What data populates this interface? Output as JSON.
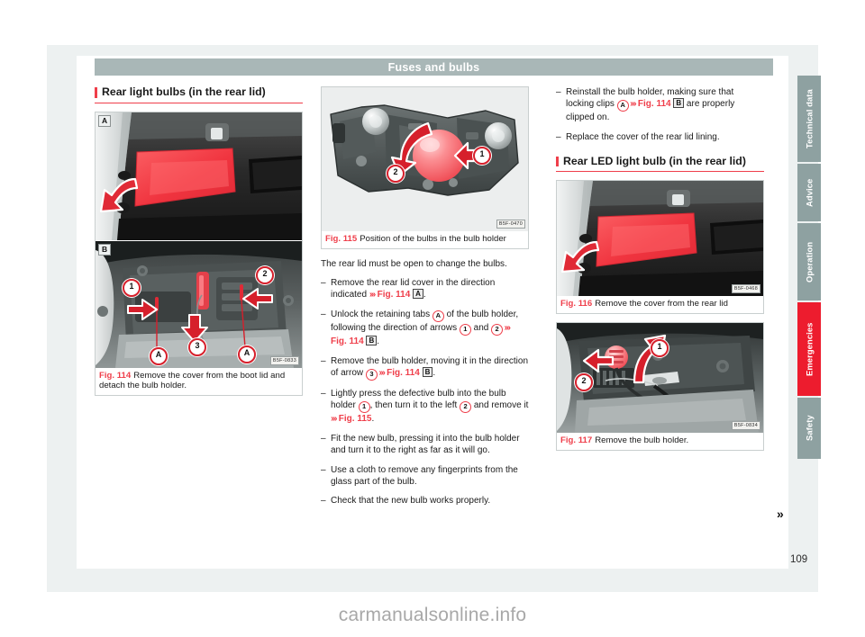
{
  "header": {
    "title": "Fuses and bulbs"
  },
  "page": {
    "number": "109",
    "continuation": "»"
  },
  "watermark": "carmanualsonline.info",
  "sidebar": {
    "tabs": [
      {
        "label": "Technical data",
        "active": false,
        "color": "#8ea1a1"
      },
      {
        "label": "Advice",
        "active": false,
        "color": "#8ea1a1"
      },
      {
        "label": "Operation",
        "active": false,
        "color": "#8ea1a1"
      },
      {
        "label": "Emergencies",
        "active": true,
        "color": "#ed1c2e"
      },
      {
        "label": "Safety",
        "active": false,
        "color": "#8ea1a1"
      }
    ]
  },
  "left_column": {
    "heading": "Rear light bulbs (in the rear lid)",
    "figure_114": {
      "panel_a_letter": "A",
      "panel_b_letter": "B",
      "code": "B5F-0833",
      "fig_number": "Fig. 114",
      "caption": "Remove the cover from the boot lid and detach the bulb holder.",
      "callouts": [
        "1",
        "2",
        "3",
        "A",
        "A"
      ]
    }
  },
  "middle_column": {
    "figure_115": {
      "code": "B5F-0470",
      "fig_number": "Fig. 115",
      "caption": "Position of the bulbs in the bulb holder",
      "callouts": [
        "1",
        "2"
      ]
    },
    "intro": "The rear lid must be open to change the bulbs.",
    "steps": [
      {
        "parts": [
          {
            "t": "text",
            "v": "Remove the rear lid cover in the direction indicated "
          },
          {
            "t": "chev",
            "v": "›››"
          },
          {
            "t": "xref",
            "v": " Fig. 114 "
          },
          {
            "t": "box",
            "v": "A"
          },
          {
            "t": "text",
            "v": "."
          }
        ]
      },
      {
        "parts": [
          {
            "t": "text",
            "v": "Unlock the retaining tabs "
          },
          {
            "t": "circ",
            "v": "A"
          },
          {
            "t": "text",
            "v": " of the bulb holder, following the direction of arrows "
          },
          {
            "t": "circ",
            "v": "1"
          },
          {
            "t": "text",
            "v": " and "
          },
          {
            "t": "circ",
            "v": "2"
          },
          {
            "t": "chev",
            "v": " ›››"
          },
          {
            "t": "xref",
            "v": " Fig. 114 "
          },
          {
            "t": "box",
            "v": "B"
          },
          {
            "t": "text",
            "v": "."
          }
        ]
      },
      {
        "parts": [
          {
            "t": "text",
            "v": "Remove the bulb holder, moving it in the direction of arrow "
          },
          {
            "t": "circ",
            "v": "3"
          },
          {
            "t": "chev",
            "v": " ›››"
          },
          {
            "t": "xref",
            "v": " Fig. 114 "
          },
          {
            "t": "box",
            "v": "B"
          },
          {
            "t": "text",
            "v": "."
          }
        ]
      },
      {
        "parts": [
          {
            "t": "text",
            "v": "Lightly press the defective bulb into the bulb holder "
          },
          {
            "t": "circ",
            "v": "1"
          },
          {
            "t": "text",
            "v": ", then turn it to the left "
          },
          {
            "t": "circ",
            "v": "2"
          },
          {
            "t": "text",
            "v": " and remove it "
          },
          {
            "t": "chev",
            "v": "›››"
          },
          {
            "t": "xref",
            "v": " Fig. 115"
          },
          {
            "t": "text",
            "v": "."
          }
        ]
      },
      {
        "parts": [
          {
            "t": "text",
            "v": "Fit the new bulb, pressing it into the bulb holder and turn it to the right as far as it will go."
          }
        ]
      },
      {
        "parts": [
          {
            "t": "text",
            "v": "Use a cloth to remove any fingerprints from the glass part of the bulb."
          }
        ]
      },
      {
        "parts": [
          {
            "t": "text",
            "v": "Check that the new bulb works properly."
          }
        ]
      }
    ]
  },
  "right_column": {
    "steps_top": [
      {
        "parts": [
          {
            "t": "text",
            "v": "Reinstall the bulb holder, making sure that locking clips "
          },
          {
            "t": "circ",
            "v": "A"
          },
          {
            "t": "chev",
            "v": " ›››"
          },
          {
            "t": "xref",
            "v": " Fig. 114 "
          },
          {
            "t": "box",
            "v": "B"
          },
          {
            "t": "text",
            "v": " are properly clipped on."
          }
        ]
      },
      {
        "parts": [
          {
            "t": "text",
            "v": "Replace the cover of the rear lid lining."
          }
        ]
      }
    ],
    "heading": "Rear LED light bulb (in the rear lid)",
    "figure_116": {
      "code": "B5F-0468",
      "fig_number": "Fig. 116",
      "caption": "Remove the cover from the rear lid"
    },
    "figure_117": {
      "code": "B5F-0834",
      "fig_number": "Fig. 117",
      "caption": "Remove the bulb holder.",
      "callouts": [
        "1",
        "2"
      ]
    }
  },
  "colors": {
    "accent_red": "#ef3e4a",
    "marker_red": "#d61f2b",
    "header_bar": "#a9b7b7",
    "tab_gray": "#8ea1a1",
    "tab_active": "#ed1c2e",
    "page_bg": "#edf1f1"
  }
}
